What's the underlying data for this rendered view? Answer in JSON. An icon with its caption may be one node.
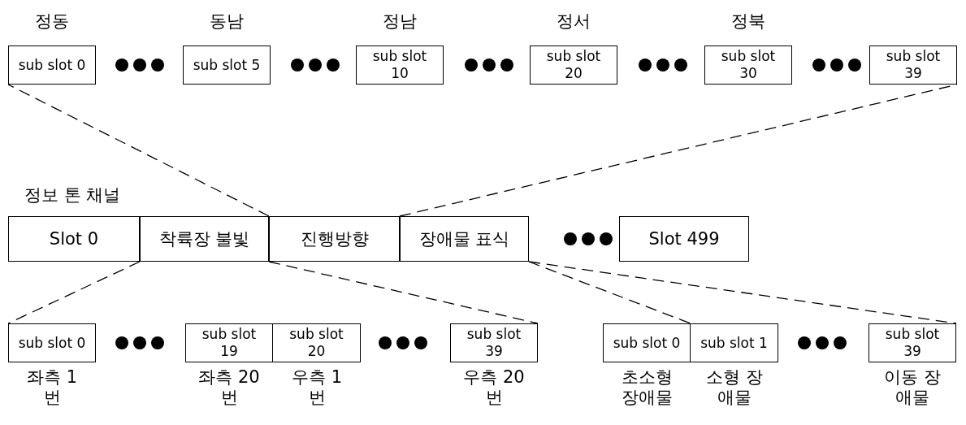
{
  "diagram": {
    "nodes": [
      {
        "text": [
          "sub slot 0"
        ],
        "beside": [
          "정동"
        ]
      },
      {
        "text": [
          "sub slot 5"
        ],
        "beside": [
          "동남"
        ]
      },
      {
        "text": [
          "sub slot 10"
        ],
        "beside": [
          "정남"
        ]
      },
      {
        "text": [
          "sub slot 20"
        ],
        "beside": [
          "정서"
        ]
      },
      {
        "text": [
          "sub slot 30"
        ],
        "beside": [
          "정북"
        ]
      },
      {
        "text": [
          "sub slot 39"
        ]
      },
      {
        "text": [
          "Slot 0"
        ]
      },
      {
        "text": [
          "착륙장 불빛"
        ]
      },
      {
        "text": [
          "진행방향"
        ]
      },
      {
        "text": [
          "장애물 표식"
        ]
      },
      {
        "text": [
          "Slot 499"
        ]
      },
      {
        "text": [
          "sub slot 0"
        ],
        "beside": [
          "좌측 1번"
        ]
      },
      {
        "text": [
          "sub slot 19"
        ],
        "beside": [
          "좌측 20번"
        ]
      },
      {
        "text": [
          "sub slot 20"
        ],
        "beside": [
          "우측 1번"
        ]
      },
      {
        "text": [
          "sub slot 39"
        ],
        "beside": [
          "우측 20번"
        ]
      },
      {
        "text": [
          "sub slot 0"
        ],
        "beside": [
          "초소형 장애물"
        ]
      },
      {
        "text": [
          "sub slot 1"
        ],
        "beside": [
          "소형 장애물"
        ]
      },
      {
        "text": [
          "sub slot 39"
        ],
        "beside": [
          "이동 장애물"
        ]
      }
    ],
    "edges": [
      {
        "from": 8,
        "to": 0,
        "arrow": "none",
        "style": "dashed"
      },
      {
        "from": 8,
        "to": 5,
        "arrow": "none",
        "style": "dashed"
      },
      {
        "from": 7,
        "to": 11,
        "arrow": "none",
        "style": "dashed"
      },
      {
        "from": 7,
        "to": 14,
        "arrow": "none",
        "style": "dashed"
      },
      {
        "from": 9,
        "to": 15,
        "arrow": "none",
        "style": "dashed"
      },
      {
        "from": 9,
        "to": 17,
        "arrow": "none",
        "style": "dashed"
      }
    ],
    "labels": [
      "정보 톤 채널"
    ]
  }
}
